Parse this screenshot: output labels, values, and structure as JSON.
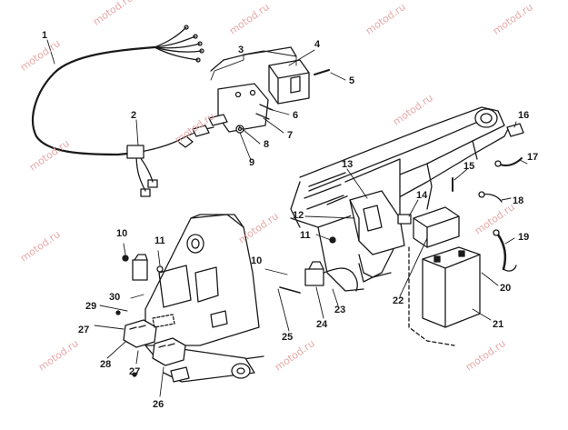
{
  "watermark": "motod.ru",
  "colors": {
    "line": "#1a1a1a",
    "watermark": "#e8a8a8",
    "background": "#ffffff"
  },
  "callouts": [
    {
      "id": "c1",
      "text": "1"
    },
    {
      "id": "c2",
      "text": "2"
    },
    {
      "id": "c3",
      "text": "3"
    },
    {
      "id": "c4",
      "text": "4"
    },
    {
      "id": "c5",
      "text": "5"
    },
    {
      "id": "c6",
      "text": "6"
    },
    {
      "id": "c7",
      "text": "7"
    },
    {
      "id": "c8",
      "text": "8"
    },
    {
      "id": "c9",
      "text": "9"
    },
    {
      "id": "c10a",
      "text": "10"
    },
    {
      "id": "c10b",
      "text": "10"
    },
    {
      "id": "c11a",
      "text": "11"
    },
    {
      "id": "c11b",
      "text": "11"
    },
    {
      "id": "c12",
      "text": "12"
    },
    {
      "id": "c13",
      "text": "13"
    },
    {
      "id": "c14",
      "text": "14"
    },
    {
      "id": "c15",
      "text": "15"
    },
    {
      "id": "c16",
      "text": "16"
    },
    {
      "id": "c17",
      "text": "17"
    },
    {
      "id": "c18",
      "text": "18"
    },
    {
      "id": "c19",
      "text": "19"
    },
    {
      "id": "c20",
      "text": "20"
    },
    {
      "id": "c21",
      "text": "21"
    },
    {
      "id": "c22",
      "text": "22"
    },
    {
      "id": "c23",
      "text": "23"
    },
    {
      "id": "c24",
      "text": "24"
    },
    {
      "id": "c25",
      "text": "25"
    },
    {
      "id": "c26",
      "text": "26"
    },
    {
      "id": "c27a",
      "text": "27"
    },
    {
      "id": "c27b",
      "text": "27"
    },
    {
      "id": "c28",
      "text": "28"
    },
    {
      "id": "c29",
      "text": "29"
    },
    {
      "id": "c30",
      "text": "30"
    }
  ]
}
